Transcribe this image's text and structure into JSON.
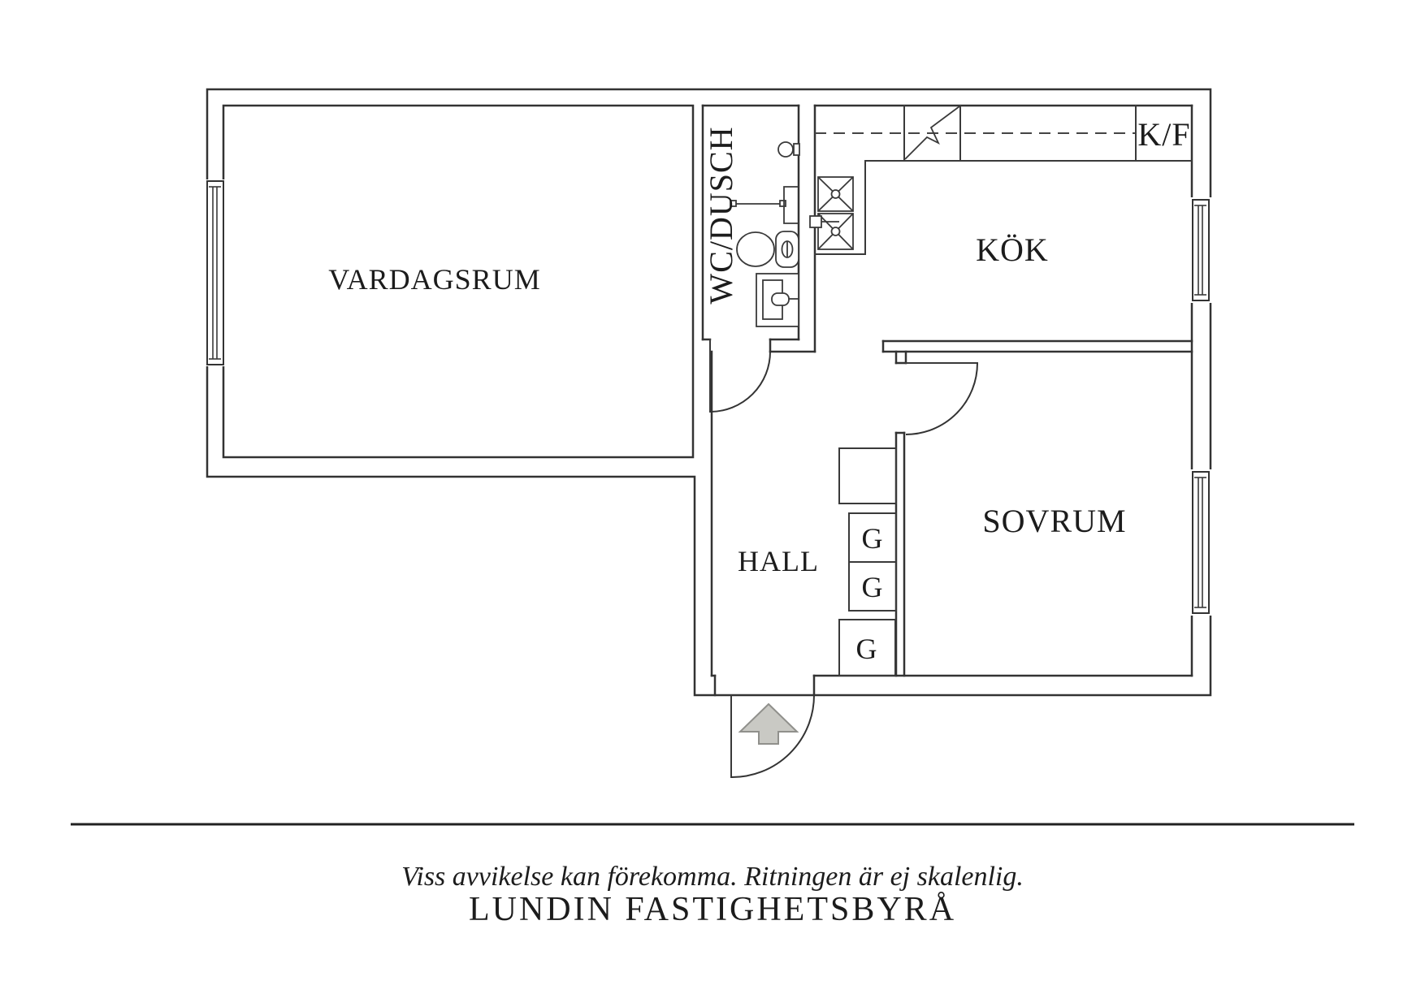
{
  "floorplan": {
    "rooms": {
      "living_room": "VARDAGSRUM",
      "bathroom": "WC/DUSCH",
      "kitchen": "KÖK",
      "bedroom": "SOVRUM",
      "hall": "HALL"
    },
    "appliances": {
      "fridge_freezer": "K/F"
    },
    "wardrobes": [
      "G",
      "G",
      "G"
    ],
    "icons": [
      "entrance-arrow-icon",
      "toilet-icon",
      "bathroom-sink-icon",
      "shower-head-icon",
      "shower-screen-icon",
      "kitchen-sink-icon",
      "stove-icon",
      "window-icon",
      "door-swing-icon"
    ],
    "colors": {
      "background": "#ffffff",
      "line": "#333333",
      "text": "#1c1c1c",
      "arrow_fill": "#c9c9c4",
      "arrow_stroke": "#90908c"
    }
  },
  "footer": {
    "disclaimer": "Viss avvikelse kan förekomma. Ritningen är ej skalenlig.",
    "brand": "LUNDIN FASTIGHETSBYRÅ"
  }
}
